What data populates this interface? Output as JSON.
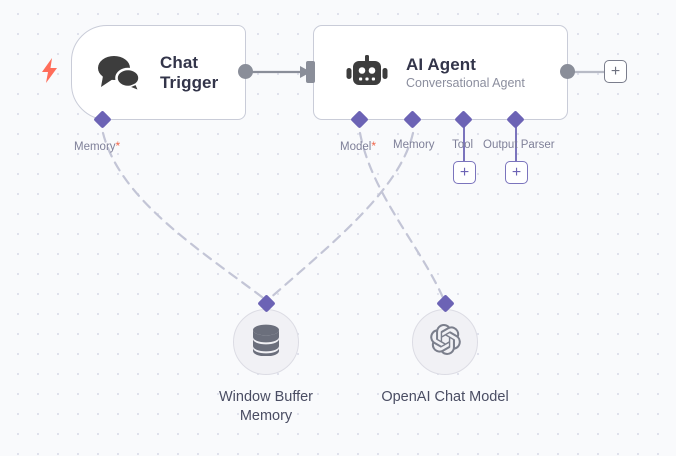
{
  "canvas": {
    "background_color": "#f9fafc",
    "grid_dot_color": "#dfe1ec",
    "grid_spacing": 20
  },
  "colors": {
    "node_border": "#c9ccd8",
    "node_fill": "#ffffff",
    "title_text": "#33354a",
    "subtitle_text": "#8b8e9e",
    "port_diamond": "#6c63b5",
    "port_label": "#7f8099",
    "required_asterisk": "#f0654a",
    "connector_gray": "#8a8e99",
    "dashed_edge": "#c3c5d6",
    "trigger_bolt": "#ff6d5a",
    "subnode_fill": "#f1f1f5",
    "subnode_border": "#dcdce4",
    "icon_dark": "#3d3d3d",
    "subnode_icon": "#6b6f7c"
  },
  "nodes": [
    {
      "id": "chat-trigger",
      "title": "Chat Trigger",
      "subtitle": "",
      "icon": "chat-bubbles-icon",
      "is_trigger": true,
      "trigger_icon": "lightning-bolt-icon",
      "ports": [
        {
          "name": "Memory",
          "required": true,
          "type": "diamond"
        }
      ]
    },
    {
      "id": "ai-agent",
      "title": "AI Agent",
      "subtitle": "Conversational Agent",
      "icon": "robot-icon",
      "is_trigger": false,
      "ports": [
        {
          "name": "Model",
          "required": true,
          "type": "diamond"
        },
        {
          "name": "Memory",
          "required": false,
          "type": "diamond"
        },
        {
          "name": "Tool",
          "required": false,
          "type": "diamond",
          "add_button": "+"
        },
        {
          "name": "Output Parser",
          "required": false,
          "type": "diamond",
          "add_button": "+"
        }
      ],
      "output_add_button": "+"
    }
  ],
  "subnodes": [
    {
      "id": "window-buffer-memory",
      "label": "Window Buffer Memory",
      "icon": "database-icon"
    },
    {
      "id": "openai-chat-model",
      "label": "OpenAI Chat Model",
      "icon": "openai-logo-icon"
    }
  ],
  "labels": {
    "chat_trigger_memory": "Memory",
    "agent_model": "Model",
    "agent_memory": "Memory",
    "agent_tool": "Tool",
    "agent_output_parser": "Output Parser",
    "asterisk": "*",
    "plus": "+"
  }
}
